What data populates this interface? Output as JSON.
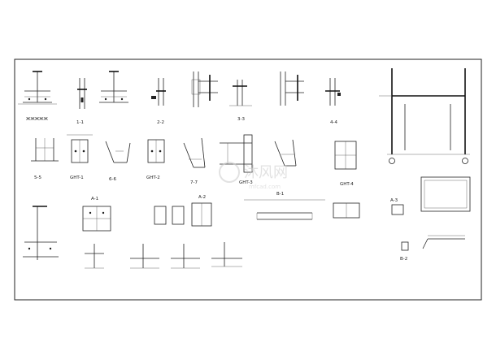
{
  "sheet": {
    "section_labels": {
      "s1": "1-1",
      "s2": "2-2",
      "s3": "3-3",
      "s4": "4-4",
      "s5": "5-5",
      "s6": "6-6",
      "s7": "7-7",
      "ght1": "GHT-1",
      "ght2": "GHT-2",
      "ght3": "GHT-3",
      "ght4": "GHT-4",
      "a1": "A-1",
      "a2": "A-2",
      "a3": "A-3",
      "b1": "B-1",
      "b2": "B-2"
    },
    "watermark": {
      "main": "沐风网",
      "sub": "mfcad.com"
    }
  }
}
